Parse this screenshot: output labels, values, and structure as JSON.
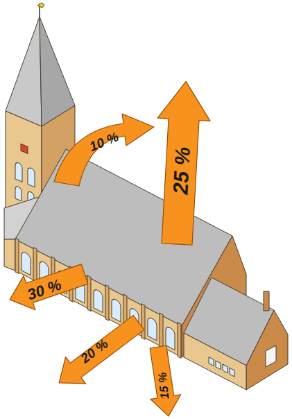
{
  "diagram": {
    "labels": [
      "10 %",
      "25 %",
      "30 %",
      "20 %",
      "15 %"
    ]
  }
}
